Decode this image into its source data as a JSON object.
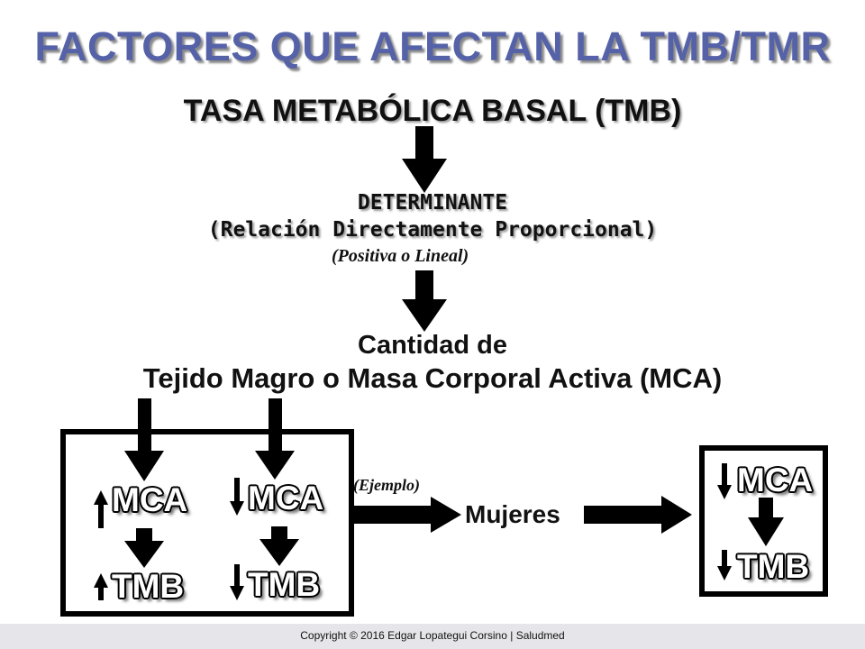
{
  "title": "FACTORES QUE AFECTAN LA TMB/TMR",
  "subtitle": "TASA METABÓLICA BASAL (TMB)",
  "determinante": {
    "line1": "DETERMINANTE",
    "line2": "(Relación Directamente Proporcional)",
    "line3": "(Positiva o Lineal)"
  },
  "cantidad": {
    "line1": "Cantidad de",
    "line2": "Tejido Magro o Masa Corporal Activa (MCA)"
  },
  "left_box": {
    "col1": {
      "top": "MCA",
      "bottom": "TMB",
      "direction": "up"
    },
    "col2": {
      "top": "MCA",
      "bottom": "TMB",
      "direction": "down"
    }
  },
  "example_label": "(Ejemplo)",
  "mujeres_label": "Mujeres",
  "right_box": {
    "top": "MCA",
    "bottom": "TMB",
    "direction": "down"
  },
  "footer": "Copyright © 2016 Edgar Lopategui Corsino | Saludmed",
  "colors": {
    "title": "#5562a8",
    "text": "#111111",
    "footer_bg": "#e6e6ea"
  }
}
